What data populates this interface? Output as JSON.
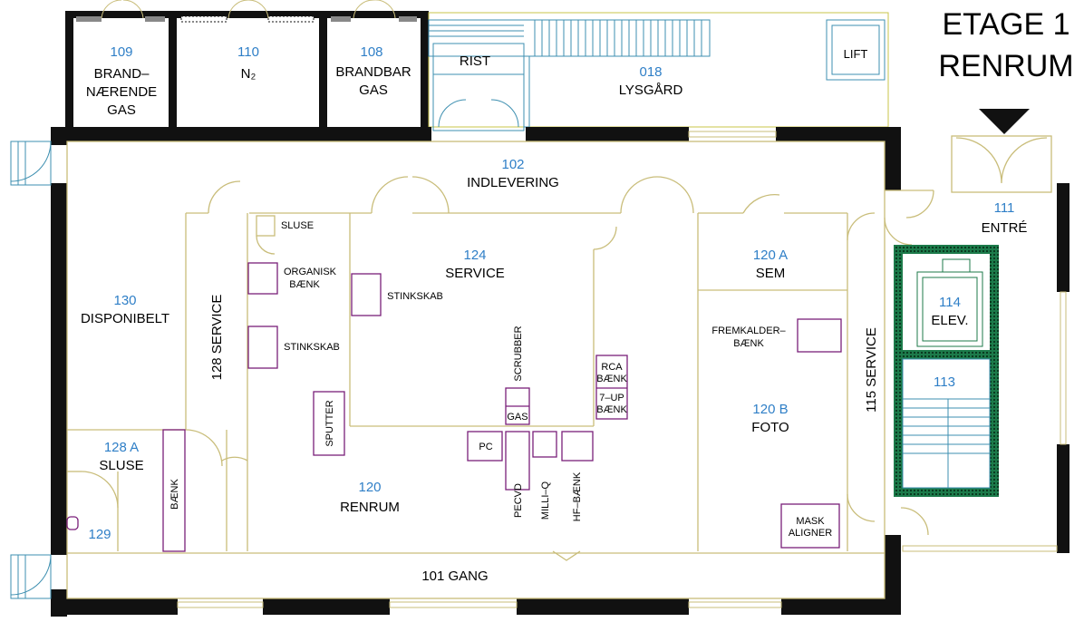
{
  "title": {
    "line1": "ETAGE 1",
    "line2": "RENRUM"
  },
  "colors": {
    "wall": "#111111",
    "partition": "#c9bd7a",
    "number": "#2f7fc7",
    "equipment": "#7a1f7a",
    "glass": "#3d8fb0",
    "elevator": "#1c7a4a"
  },
  "rooms": {
    "r109": {
      "num": "109",
      "l1": "BRAND–",
      "l2": "NÆRENDE",
      "l3": "GAS"
    },
    "r110": {
      "num": "110",
      "l1": "N₂"
    },
    "r108": {
      "num": "108",
      "l1": "BRANDBAR",
      "l2": "GAS"
    },
    "r018": {
      "num": "018",
      "l1": "LYSGÅRD"
    },
    "rist": {
      "l1": "RIST"
    },
    "lift": {
      "l1": "LIFT"
    },
    "r102": {
      "num": "102",
      "l1": "INDLEVERING"
    },
    "r111": {
      "num": "111",
      "l1": "ENTRÉ"
    },
    "r124": {
      "num": "124",
      "l1": "SERVICE"
    },
    "r120a": {
      "num": "120 A",
      "l1": "SEM"
    },
    "r130": {
      "num": "130",
      "l1": "DISPONIBELT"
    },
    "r128": {
      "l1": "128 SERVICE"
    },
    "r114": {
      "num": "114",
      "l1": "ELEV."
    },
    "r113": {
      "num": "113"
    },
    "r115": {
      "l1": "115 SERVICE"
    },
    "r120b": {
      "num": "120 B",
      "l1": "FOTO"
    },
    "r128a": {
      "num": "128 A",
      "l1": "SLUSE"
    },
    "r129": {
      "num": "129"
    },
    "r120": {
      "num": "120",
      "l1": "RENRUM"
    },
    "r101": {
      "l1": "101 GANG"
    }
  },
  "equipment": {
    "sluse": "SLUSE",
    "organisk1": "ORGANISK",
    "organisk2": "BÆNK",
    "stinkskab_a": "STINKSKAB",
    "stinkskab_b": "STINKSKAB",
    "scrubber": "SCRUBBER",
    "gas": "GAS",
    "rca1": "RCA",
    "rca2": "BÆNK",
    "sevenup1": "7–UP",
    "sevenup2": "BÆNK",
    "sputter": "SPUTTER",
    "pc": "PC",
    "pecvd": "PECVD",
    "milliq": "MILLI–Q",
    "hfbank": "HF–BÆNK",
    "baenk": "BÆNK",
    "fremkalder1": "FREMKALDER–",
    "fremkalder2": "BÆNK",
    "mask1": "MASK",
    "mask2": "ALIGNER"
  }
}
